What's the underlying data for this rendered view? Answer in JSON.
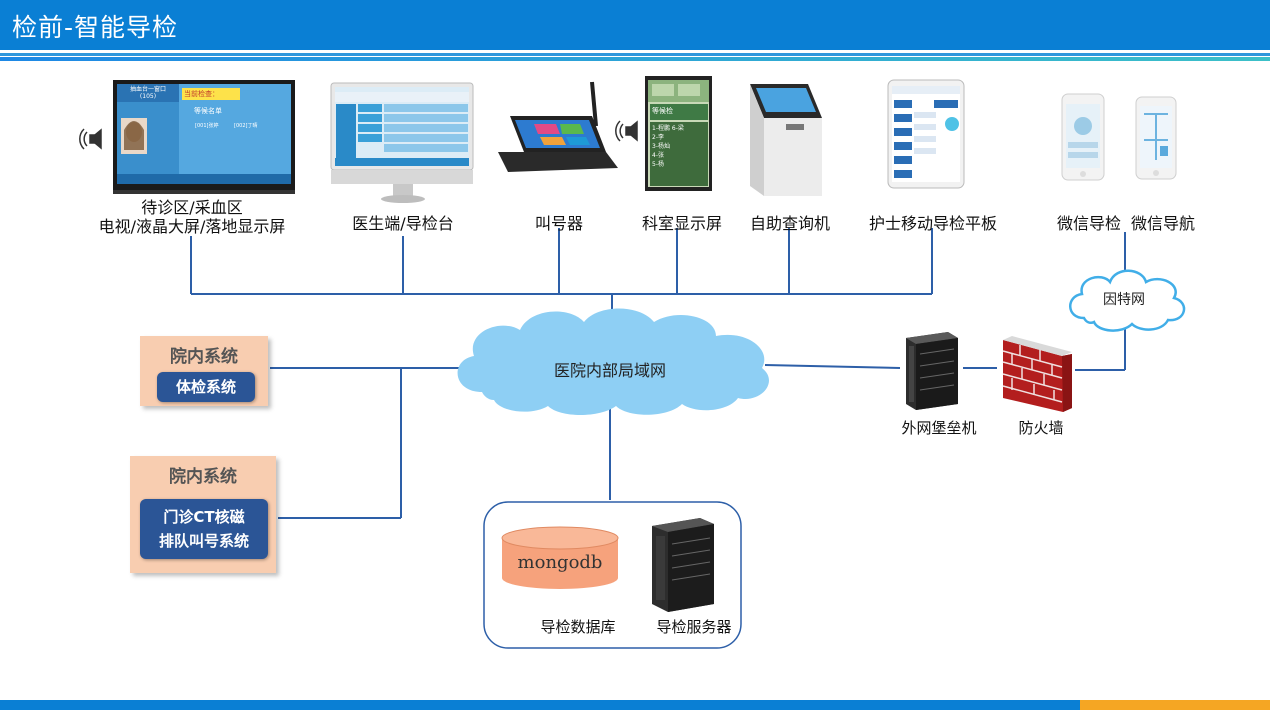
{
  "header": {
    "title": "检前-智能导检"
  },
  "devices": {
    "waiting_screen": {
      "line1": "待诊区/采血区",
      "line2": "电视/液晶大屏/落地显示屏",
      "window_title": "抽血台一窗口",
      "window_no": "(105)",
      "current_exam": "当前检查：",
      "queue_title": "等候名单",
      "queue_a": "[001]张婷",
      "queue_b": "[002]丁晴"
    },
    "doctor_station": "医生端/导检台",
    "caller": "叫号器",
    "dept_display": {
      "label": "科室显示屏",
      "list_title": "等候检",
      "items": [
        "1-程鹏",
        "6-梁",
        "2-李",
        "3-杨灿",
        "4-张",
        "5-杨"
      ]
    },
    "kiosk": "自助查询机",
    "nurse_tablet": "护士移动导检平板",
    "wechat_check": "微信导检",
    "wechat_nav": "微信导航"
  },
  "networks": {
    "internet": "因特网",
    "lan": "医院内部局域网"
  },
  "systems": [
    {
      "title": "院内系统",
      "inner": "体检系统"
    },
    {
      "title": "院内系统",
      "inner_line1": "门诊CT核磁",
      "inner_line2": "排队叫号系统"
    }
  ],
  "security": {
    "bastion": "外网堡垒机",
    "firewall": "防火墙"
  },
  "datacenter": {
    "db_name": "mongodb",
    "db_label": "导检数据库",
    "server_label": "导检服务器"
  },
  "colors": {
    "header": "#0a7fd4",
    "cloud": "#8ecff4",
    "line": "#2d5fa8",
    "system_box": "#f8cdb0",
    "system_inner": "#2b5596",
    "db": "#f6a27c",
    "footer_accent": "#f5a623"
  }
}
